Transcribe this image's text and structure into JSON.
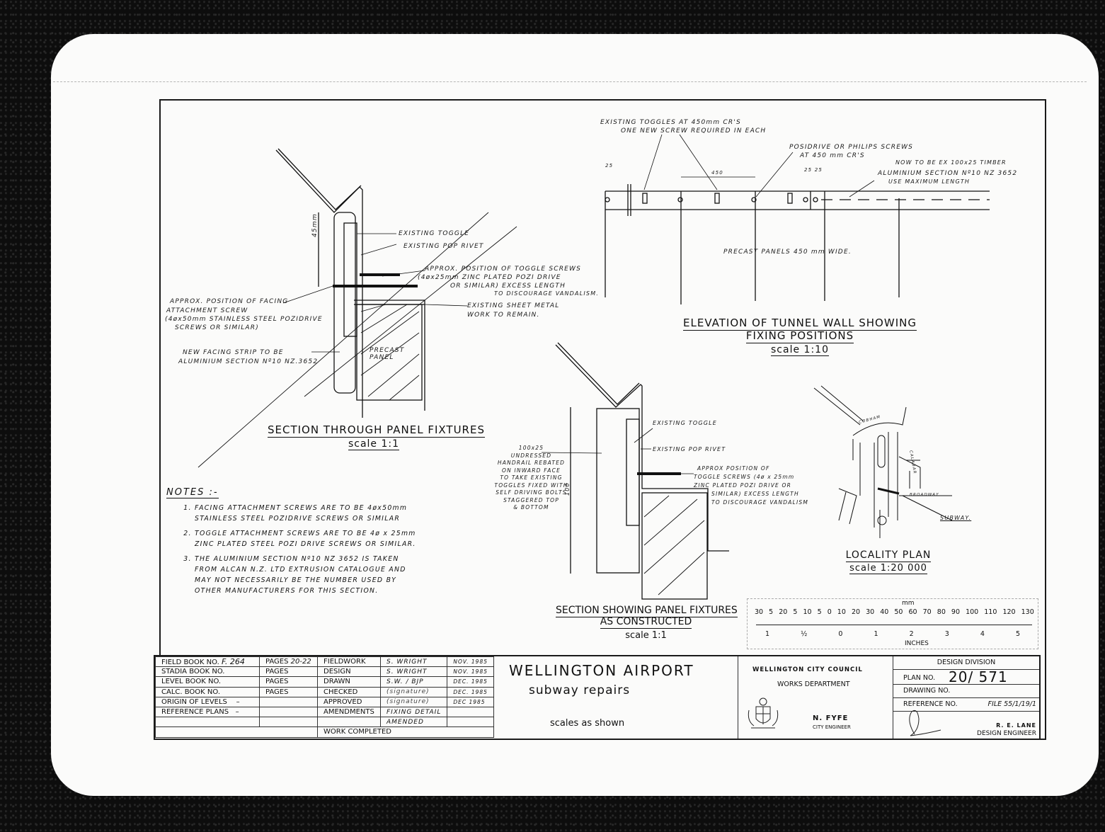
{
  "document": {
    "type": "engineering drawing scan",
    "colors": {
      "background": "#0d0d0d",
      "paper": "#fbfbfa",
      "ink": "#111111"
    }
  },
  "drawings": {
    "section_through": {
      "title": "SECTION THROUGH PANEL FIXTURES",
      "scale": "scale  1:1",
      "dimension": "45mm",
      "callouts": {
        "existing_toggle": "EXISTING TOGGLE",
        "existing_pop_rivet": "EXISTING POP RIVET",
        "toggle_screws_1": "APPROX. POSITION OF TOGGLE SCREWS",
        "toggle_screws_2": "(4øx25mm ZINC PLATED POZI DRIVE",
        "toggle_screws_3": "OR SIMILAR) EXCESS LENGTH",
        "toggle_screws_4": "TO DISCOURAGE VANDALISM.",
        "facing_1": "APPROX. POSITION OF FACING",
        "facing_2": "ATTACHMENT SCREW",
        "facing_3": "(4øx50mm STAINLESS STEEL POZIDRIVE",
        "facing_4": "SCREWS OR SIMILAR)",
        "sheet_metal_1": "EXISTING SHEET METAL",
        "sheet_metal_2": "WORK TO REMAIN.",
        "strip_1": "NEW FACING STRIP TO BE",
        "strip_2": "ALUMINIUM SECTION Nº10 NZ.3652",
        "precast": "PRECAST PANEL"
      }
    },
    "elevation": {
      "title_1": "ELEVATION OF TUNNEL WALL SHOWING",
      "title_2": "FIXING POSITIONS",
      "scale": "scale  1:10",
      "callouts": {
        "toggles_1": "EXISTING TOGGLES AT 450mm CR'S",
        "toggles_2": "ONE NEW SCREW REQUIRED IN EACH",
        "posidrive_1": "POSIDRIVE OR PHILIPS SCREWS",
        "posidrive_2": "AT 450 mm CR'S",
        "timber": "NOW TO BE EX 100x25 TIMBER",
        "alum_1": "ALUMINIUM SECTION Nº10 NZ 3652",
        "alum_2": "USE MAXIMUM LENGTH",
        "panels": "PRECAST  PANELS  450 mm WIDE.",
        "dim_25": "25",
        "dim_450": "450",
        "dim_2525": "25 25"
      }
    },
    "section_constructed": {
      "title_1": "SECTION SHOWING PANEL FIXTURES",
      "title_2": "AS CONSTRUCTED",
      "scale": "scale 1:1",
      "dimension": "100",
      "callouts": {
        "toggle": "EXISTING TOGGLE",
        "rivet": "EXISTING POP RIVET",
        "handrail": [
          "100x25",
          "UNDRESSED",
          "HANDRAIL REBATED",
          "ON INWARD FACE",
          "TO TAKE EXISTING",
          "TOGGLES FIXED WITH",
          "SELF DRIVING BOLTS",
          "STAGGERED TOP",
          "& BOTTOM"
        ],
        "screws": [
          "APPROX POSITION OF",
          "TOGGLE SCREWS (4ø x 25mm",
          "ZINC PLATED POZI DRIVE OR",
          "SIMILAR) EXCESS LENGTH",
          "TO DISCOURAGE VANDALISM"
        ]
      }
    },
    "locality": {
      "title": "LOCALITY PLAN",
      "scale": "scale  1:20 000",
      "streets": {
        "cobham": "COBHAM",
        "calabar": "CALABAR",
        "broadway": "BROADWAY"
      },
      "subway_label": "SUBWAY."
    }
  },
  "notes": {
    "heading": "NOTES :-",
    "items": [
      "FACING ATTACHMENT SCREWS ARE TO BE 4øx50mm STAINLESS STEEL POZIDRIVE SCREWS OR SIMILAR",
      "TOGGLE ATTACHMENT SCREWS ARE TO BE 4ø x 25mm ZINC PLATED STEEL POZI DRIVE SCREWS OR SIMILAR.",
      "THE ALUMINIUM SECTION Nº10 NZ 3652 IS TAKEN FROM ALCAN N.Z. LTD EXTRUSION CATALOGUE AND MAY NOT NECESSARILY BE THE NUMBER USED BY OTHER MANUFACTURERS FOR THIS SECTION."
    ]
  },
  "scale_bar": {
    "unit_top": "mm",
    "unit_bottom": "INCHES",
    "mm_ticks": [
      "30",
      "5",
      "20",
      "5",
      "10",
      "5",
      "0",
      "10",
      "20",
      "30",
      "40",
      "50",
      "60",
      "70",
      "80",
      "90",
      "100",
      "110",
      "120",
      "130"
    ],
    "inch_ticks": [
      "1",
      "½",
      "0",
      "1",
      "2",
      "3",
      "4",
      "5"
    ]
  },
  "title_block": {
    "records": [
      {
        "label": "FIELD BOOK NO.",
        "value": "F. 264",
        "pages_label": "PAGES",
        "pages": "20-22"
      },
      {
        "label": "STADIA BOOK NO.",
        "value": "",
        "pages_label": "PAGES",
        "pages": ""
      },
      {
        "label": "LEVEL BOOK NO.",
        "value": "",
        "pages_label": "PAGES",
        "pages": ""
      },
      {
        "label": "CALC. BOOK NO.",
        "value": "",
        "pages_label": "PAGES",
        "pages": ""
      },
      {
        "label": "ORIGIN OF LEVELS",
        "value": "–",
        "pages_label": "",
        "pages": ""
      },
      {
        "label": "REFERENCE PLANS",
        "value": "–",
        "pages_label": "",
        "pages": ""
      }
    ],
    "approvals": [
      {
        "label": "FIELDWORK",
        "by": "S. WRIGHT",
        "date": "NOV. 1985"
      },
      {
        "label": "DESIGN",
        "by": "S. WRIGHT",
        "date": "NOV. 1985"
      },
      {
        "label": "DRAWN",
        "by": "S.W. / BJP",
        "date": "DEC. 1985"
      },
      {
        "label": "CHECKED",
        "by": "(signature)",
        "date": "DEC. 1985"
      },
      {
        "label": "APPROVED",
        "by": "(signature)",
        "date": "DEC 1985"
      },
      {
        "label": "AMENDMENTS",
        "by": "FIXING DETAIL",
        "date": ""
      },
      {
        "label": "",
        "by": "AMENDED",
        "date": ""
      }
    ],
    "work_completed": "WORK COMPLETED",
    "project": {
      "name": "WELLINGTON  AIRPORT",
      "subtitle": "subway repairs",
      "scales": "scales as shown"
    },
    "council": {
      "name": "WELLINGTON CITY COUNCIL",
      "department": "WORKS DEPARTMENT",
      "engineer": "N. FYFE",
      "engineer_title": "CITY ENGINEER"
    },
    "division": {
      "heading": "DESIGN DIVISION",
      "plan_label": "PLAN NO.",
      "plan_no": "20/ 571",
      "drawing_label": "DRAWING NO.",
      "reference_label": "REFERENCE NO.",
      "file": "FILE 55/1/19/1",
      "design_engineer": "R. E. LANE",
      "design_engineer_title": "DESIGN ENGINEER"
    }
  }
}
